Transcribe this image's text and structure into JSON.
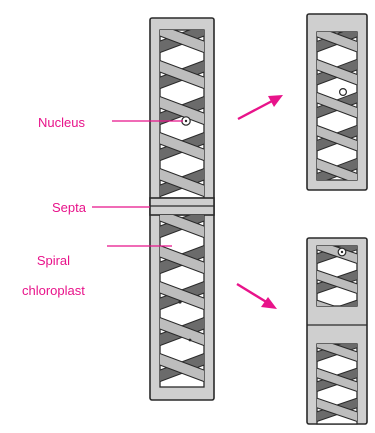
{
  "labels": {
    "nucleus": "Nucleus",
    "septa": "Septa",
    "spiral_line1": "Spiral",
    "spiral_line2": "chloroplast"
  },
  "colors": {
    "label": "#e8138a",
    "arrow": "#e8138a",
    "outline": "#2a2a2a",
    "wall_fill": "#cfcfcf",
    "ribbon_fill": "#bdbdbd",
    "ribbon_dark": "#6b6b6b",
    "cell_fill": "#ffffff"
  }
}
